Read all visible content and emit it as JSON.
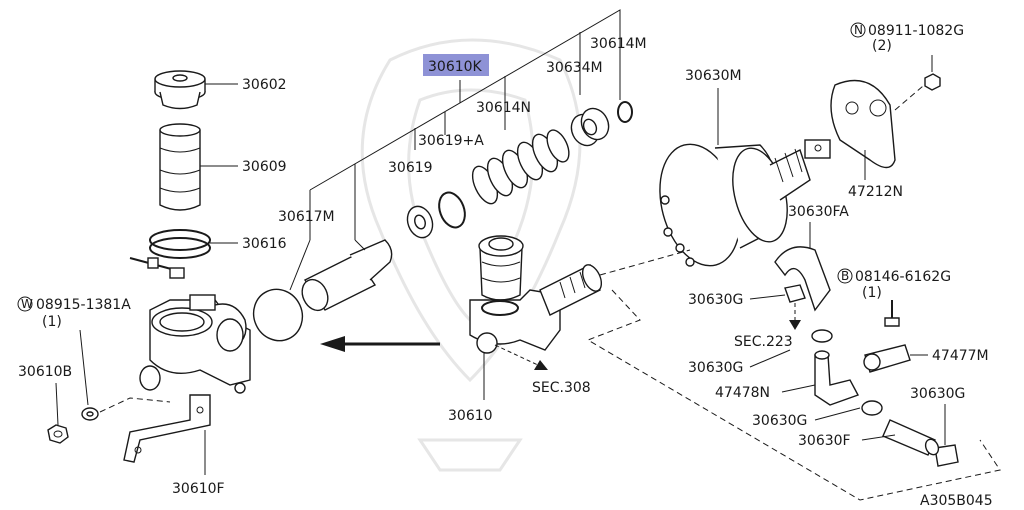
{
  "diagram_code": "A305B045",
  "highlight_color": "#8e92d6",
  "labels": {
    "p30602": "30602",
    "p30609": "30609",
    "p30616": "30616",
    "p30617M": "30617M",
    "p30619": "30619",
    "p30619A": "30619+A",
    "p30610K": "30610K",
    "p30614N": "30614N",
    "p30634M": "30634M",
    "p30614M": "30614M",
    "p30630M": "30630M",
    "nut_code": "08911-1082G",
    "nut_qty": "(2)",
    "p47212N": "47212N",
    "p30630FA": "30630FA",
    "bolt_code": "08146-6162G",
    "bolt_qty": "(1)",
    "p30630G_a": "30630G",
    "sec223": "SEC.223",
    "p30630G_b": "30630G",
    "p47477M": "47477M",
    "p47478N": "47478N",
    "p30630G_c": "30630G",
    "p30630G_d": "30630G",
    "p30630F": "30630F",
    "washer_code": "08915-1381A",
    "washer_qty": "(1)",
    "p30610B": "30610B",
    "p30610": "30610",
    "sec308": "SEC.308",
    "p30610F": "30610F",
    "circle_n": "N",
    "circle_b": "B",
    "circle_w": "W"
  }
}
